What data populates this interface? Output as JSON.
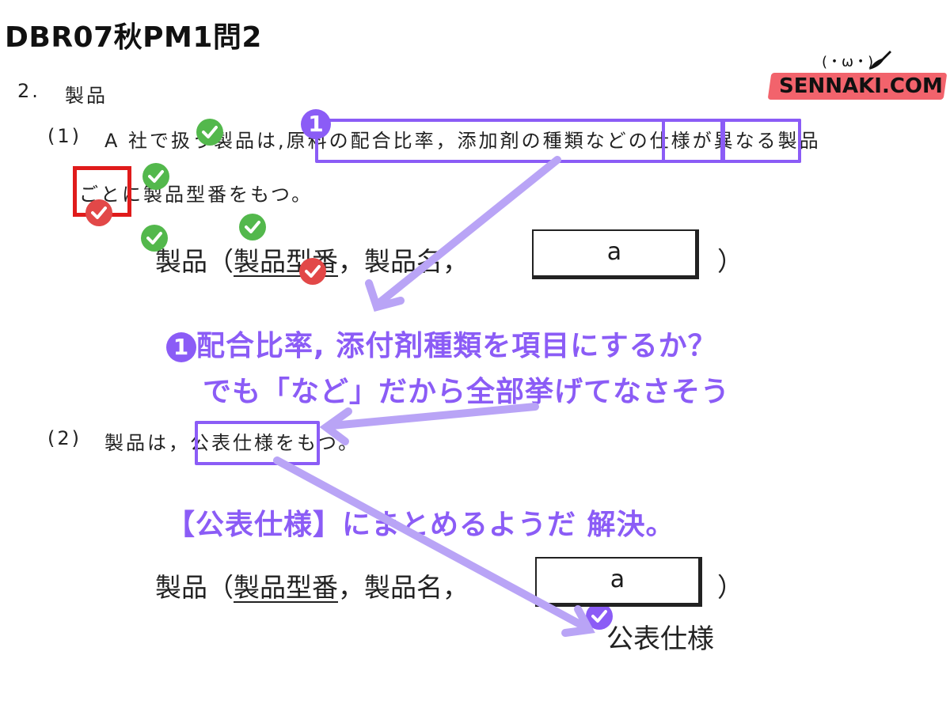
{
  "header": {
    "title": "DBR07秋PM1問2"
  },
  "logo": {
    "face": "(・ω・)",
    "text": "SENNAKI.COM"
  },
  "section": {
    "number": "2.",
    "title": "製品"
  },
  "item1": {
    "number": "(1)",
    "prefix": "A 社で扱う製品は,",
    "highlight_phrase": "原料の配合比率，添加剤の種類",
    "nado": "など",
    "no": "の",
    "shiyou": "仕様",
    "suffix": "が異なる製品",
    "line2_goto": "ごと",
    "line2_rest": "に製品型番をもつ。",
    "badge": "1"
  },
  "formula1": {
    "prefix": "製品（",
    "key": "製品型番",
    "rest": "，製品名，",
    "blank": "a",
    "close": "）"
  },
  "note1": {
    "badge": "1",
    "line1": "配合比率, 添付剤種類を項目にするか？",
    "line2": "でも「など」だから全部挙げてなさそう"
  },
  "item2": {
    "number": "(2)",
    "prefix": "製品は，",
    "highlight": "公表仕様を",
    "suffix": "もつ。"
  },
  "note2": {
    "text": "【公表仕様】にまとめるようだ 解決。"
  },
  "formula2": {
    "prefix": "製品（",
    "key": "製品型番",
    "rest": "，製品名，",
    "blank": "a",
    "close": "）",
    "answer": "公表仕様"
  },
  "colors": {
    "accent": "#8b5cf6",
    "red": "#e01b1b",
    "green": "#53b84c",
    "logo_red": "#f2636c"
  }
}
